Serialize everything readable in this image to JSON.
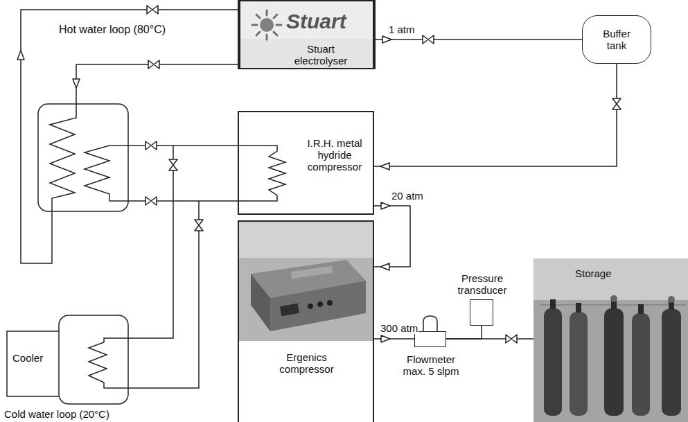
{
  "diagram": {
    "nodes": [
      {
        "text": [
          "Stuart",
          "Stuart electrolyser"
        ]
      },
      {
        "text": [
          "Buffer tank"
        ]
      },
      {
        "text": [
          "I.R.H. metal hydride compressor"
        ]
      },
      {
        "text": [
          "Ergenics compressor"
        ]
      },
      {
        "text": [
          "Pressure transducer"
        ]
      },
      {
        "text": [
          "Flowmeter max. 5 slpm"
        ]
      },
      {
        "text": [
          "Storage"
        ]
      }
    ],
    "edges": [
      {
        "from": 0,
        "to": 1,
        "label": "1 atm",
        "arrow": "to"
      },
      {
        "from": 1,
        "to": 2,
        "arrow": "to"
      },
      {
        "from": 2,
        "to": 3,
        "label": "20 atm",
        "arrow": "to"
      },
      {
        "from": 3,
        "to": 5,
        "label": "300 atm",
        "arrow": "to"
      },
      {
        "from": 5,
        "to": 6,
        "arrow": "none"
      },
      {
        "from": 5,
        "to": 4,
        "arrow": "none"
      }
    ],
    "labels": [
      "Hot water loop (80°C)",
      "Cooler",
      "Cold water loop (20°C)"
    ]
  }
}
